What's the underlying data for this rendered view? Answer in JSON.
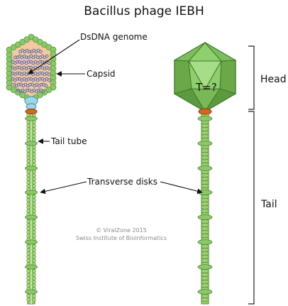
{
  "title": "Bacillus phage IEBH",
  "labels": {
    "genome": "DsDNA genome",
    "capsid": "Capsid",
    "tail_tube": "Tail tube",
    "disks": "Transverse disks",
    "triangulation": "T=?"
  },
  "regions": {
    "head": "Head",
    "tail": "Tail"
  },
  "credit": {
    "line1": "© ViralZone 2015",
    "line2": "Swiss Institute of Bioinformatics"
  },
  "colors": {
    "capsid_green": "#8cc86a",
    "capsid_dark": "#5a9a3e",
    "tail_green": "#9ccd72",
    "tail_outline": "#4f8a33",
    "genome_blue": "#5a6aa8",
    "head_fill": "#f2c9a0",
    "collar_orange": "#d2691e",
    "portal_blue": "#9fd6e6"
  }
}
